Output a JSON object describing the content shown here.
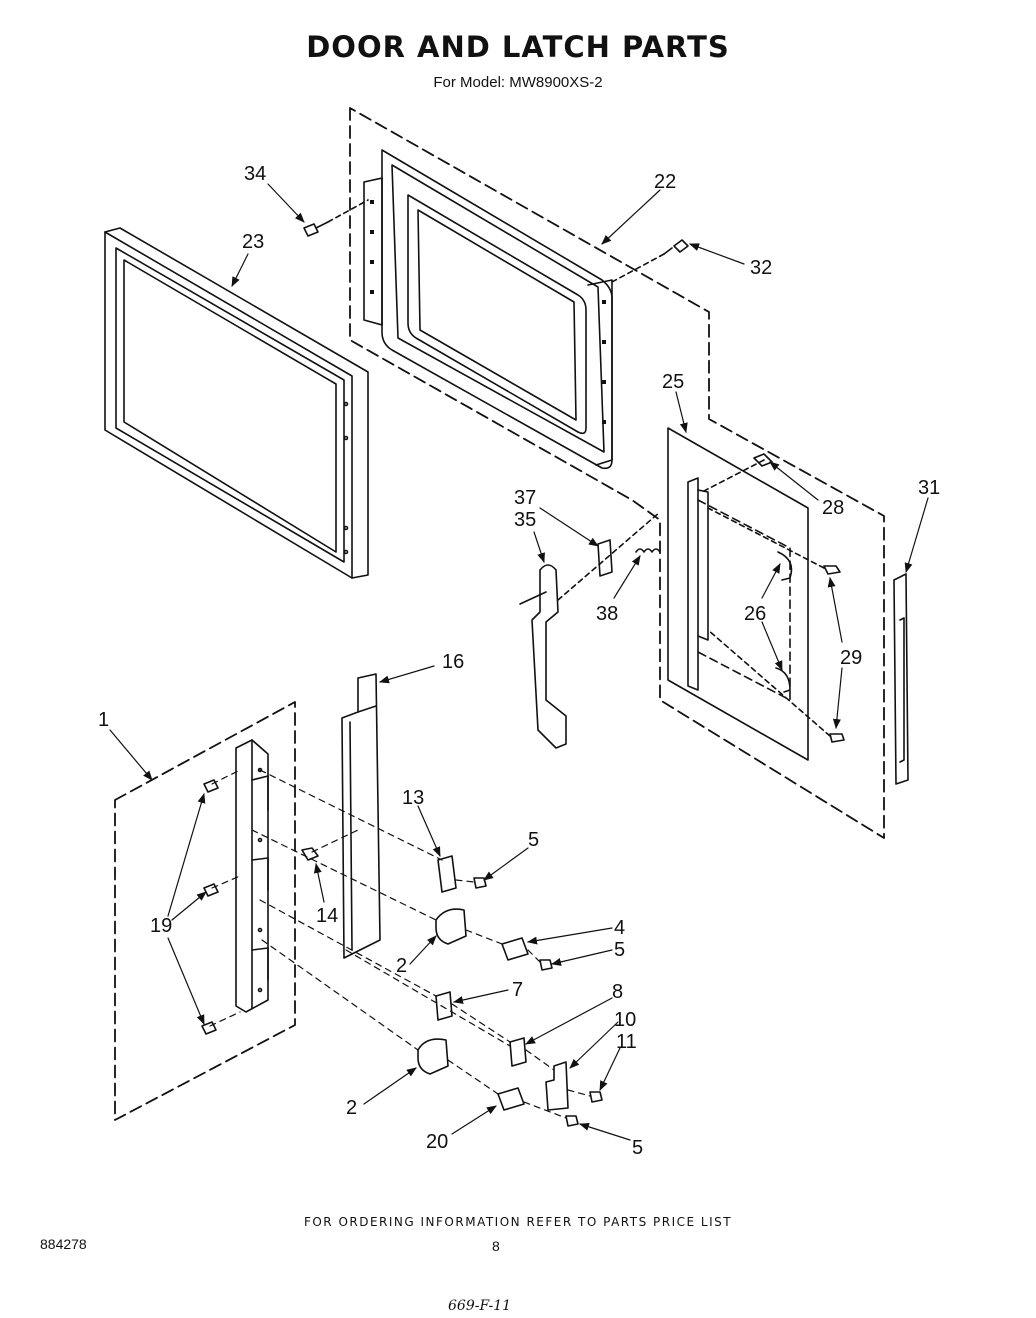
{
  "header": {
    "title": "DOOR AND LATCH PARTS",
    "subtitle": "For Model: MW8900XS-2"
  },
  "callouts": {
    "c1": "1",
    "c2a": "2",
    "c2b": "2",
    "c4": "4",
    "c5a": "5",
    "c5b": "5",
    "c5c": "5",
    "c7": "7",
    "c8": "8",
    "c10": "10",
    "c11": "11",
    "c13": "13",
    "c14": "14",
    "c16": "16",
    "c19": "19",
    "c20": "20",
    "c22": "22",
    "c23": "23",
    "c25": "25",
    "c26": "26",
    "c28": "28",
    "c29": "29",
    "c31": "31",
    "c32": "32",
    "c34": "34",
    "c35": "35",
    "c37": "37",
    "c38": "38"
  },
  "footer": {
    "ordering_note": "FOR ORDERING INFORMATION REFER TO PARTS PRICE LIST",
    "doc_number": "884278",
    "page_number": "8",
    "hand_note": "669-F-11"
  }
}
